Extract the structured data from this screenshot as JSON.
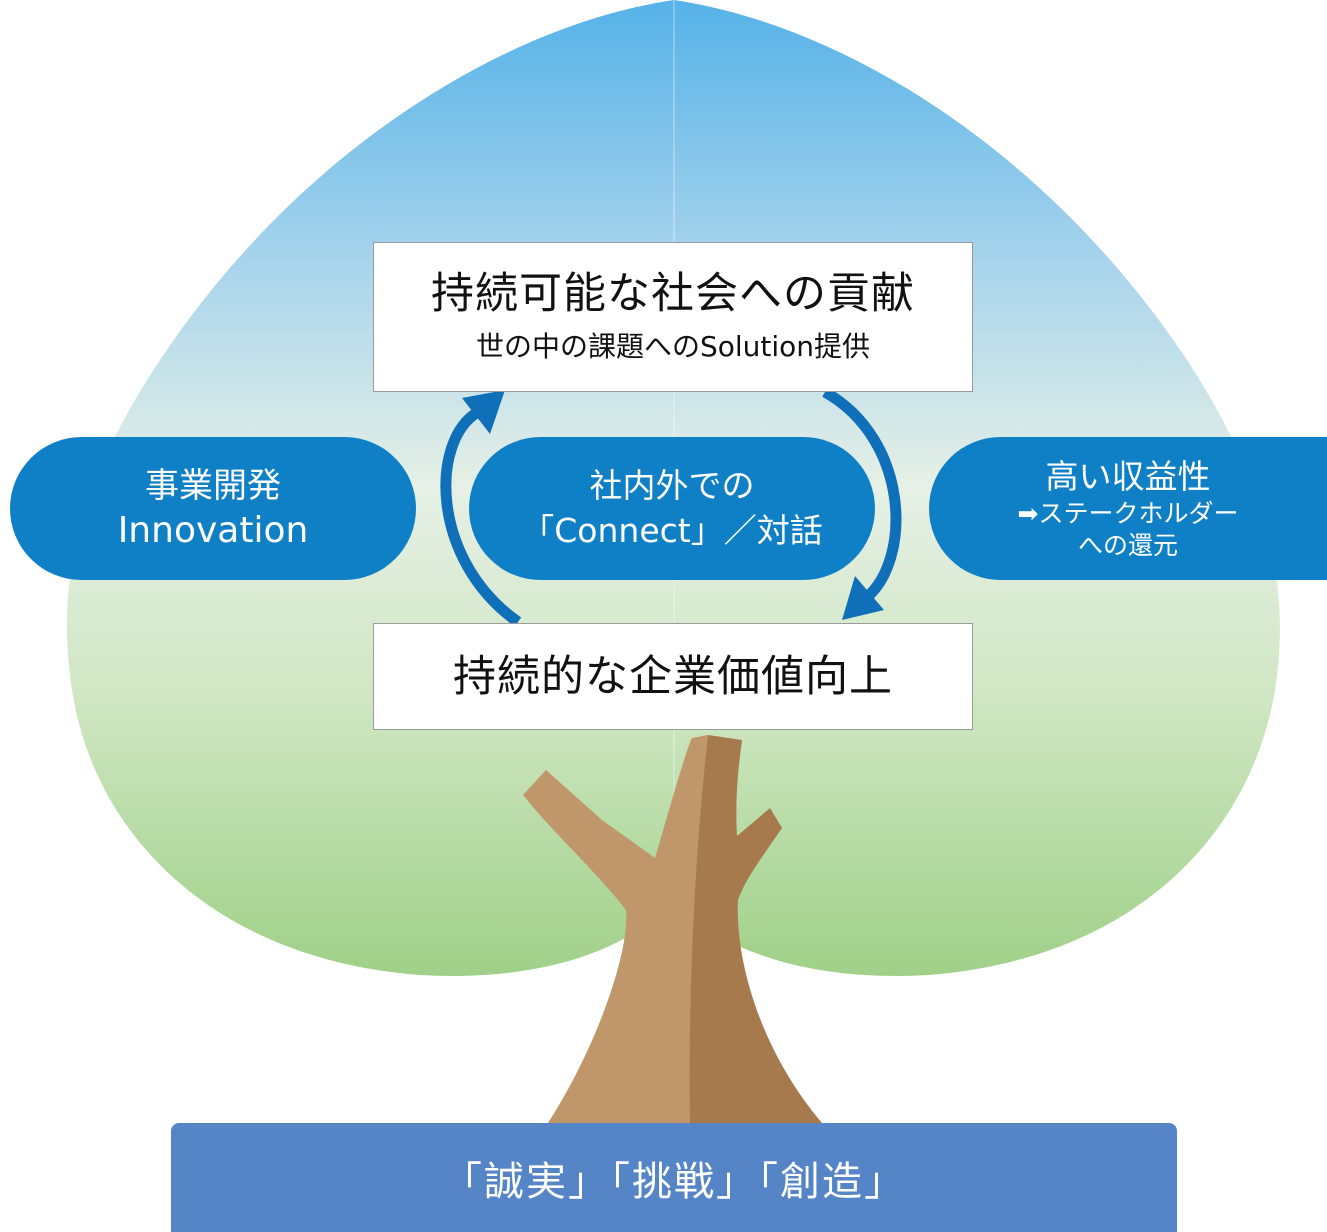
{
  "goal": {
    "title": "持続可能な社会への貢献",
    "subtitle": "世の中の課題へのSolution提供"
  },
  "value": {
    "title": "持続的な企業価値向上"
  },
  "pills": {
    "left": {
      "line1": "事業開発",
      "line2": "Innovation"
    },
    "center": {
      "line1": "社内外での",
      "line2": "「Connect」／対話"
    },
    "right": {
      "line1": "高い収益性",
      "line2": "➡ステークホルダー",
      "line3": "への還元"
    }
  },
  "base": {
    "values": "「誠実」「挑戦」「創造」"
  },
  "colors": {
    "sky_top": "#5ab4e8",
    "canopy_mid": "#e6f0e3",
    "canopy_bottom": "#a2d18a",
    "pill_blue": "#0f7fc6",
    "arrow_blue": "#0f6fb8",
    "trunk_light": "#c0976a",
    "trunk_dark": "#a77a4e",
    "base_bar": "#5585c6"
  }
}
